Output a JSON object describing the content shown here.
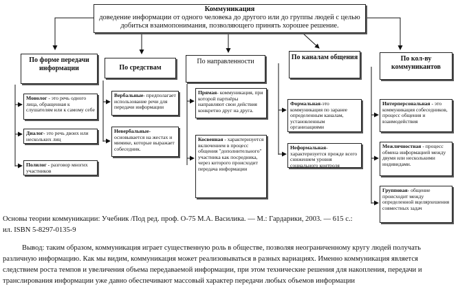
{
  "root": {
    "title": "Коммуникация",
    "text": "доведение информации от одного человека до другого или до группы людей с целью добиться взаимопонимания, позволяющего принять хорошее решение."
  },
  "categories": [
    {
      "label": "По форме передачи информации"
    },
    {
      "label": "По средствам"
    },
    {
      "label": "По направленности"
    },
    {
      "label": "По каналам общения"
    },
    {
      "label": "По кол-ву коммуникантов"
    }
  ],
  "items": {
    "monolog": {
      "term": "Монолог",
      "text": " - это речь одного лица, обращенная к слушателям или к самому себе"
    },
    "dialog": {
      "term": "Диалог",
      "text": "- это речь двоих или нескольких лиц"
    },
    "polilog": {
      "term": "Полилог",
      "text": " - разговор многих участников"
    },
    "verbal": {
      "term": "Вербальные",
      "text": "- предполагает использование речи для передачи информации"
    },
    "neverbal": {
      "term": "Невербальные",
      "text": "- основывается на жестах и мимике, которые выражает собеседник."
    },
    "pryamaya": {
      "term": "Прямая",
      "text": "- коммуникация, при которой партнёры направляют свои действия конкретно друг на друга."
    },
    "kosvennaya": {
      "term": "Косвенная",
      "text": " - характеризуется включением в процесс общения \"дополнительного\" участника как посредника, через которого происходит передача информации"
    },
    "formalnaya": {
      "term": "Формальная",
      "text": "-это коммуникация по заранее определенным каналам, установленным организациями"
    },
    "neformalnaya": {
      "term": "Неформальная",
      "text": "- характеризуется прежде всего снижением уровня социального контроля"
    },
    "interpersonal": {
      "term": "Интерперсональная",
      "text": " - это коммуникация собеседников, процесс общения и взаимодействия"
    },
    "mezhlichnostnaya": {
      "term": "Межличностная",
      "text": " - процесс обмена информацией между двумя или несколькими индивидами."
    },
    "gruppovaya": {
      "term": "Групповая",
      "text": "- общение происходит между определенной вцелярхешения совместных задач"
    }
  },
  "citation_line1": "Основы теории коммуникации: Учебник /Под ред. проф. О-75 М.А. Василика. — М.: Гардарики, 2003. — 615 с.:",
  "citation_line2": "ил. ISBN 5-8297-0135-9",
  "conclusion_line1": "Вывод: таким образом, коммуникация играет существенную роль в обществе, позволяя неограниченному кругу людей получать",
  "conclusion_line2": "различную информацию. Как мы видим, коммуникация может реализовываться в разных вариациях. Именно коммуникация является",
  "conclusion_line3": "следствием роста темпов и увеличения объема передаваемой информации, при этом технические решения для накопления, передачи и",
  "conclusion_line4": "транслирования информации уже давно обеспечивают массовый характер передачи любых объемов информации"
}
